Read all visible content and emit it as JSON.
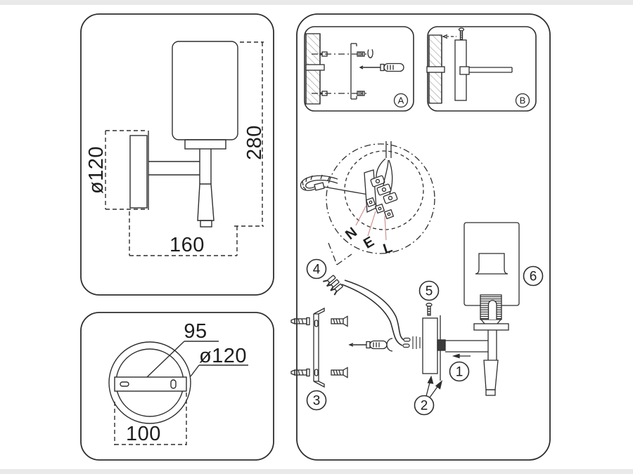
{
  "colors": {
    "line": "#2e2e2e",
    "leader": "#d09090",
    "page_edge": "#e9e9e9",
    "background": "#ffffff"
  },
  "side_view": {
    "plate_diameter": "ø120",
    "total_height": "280",
    "projection": "160"
  },
  "back_view": {
    "bracket_offset": "95",
    "plate_diameter": "ø120",
    "hole_spacing": "100"
  },
  "steps": {
    "a": "A",
    "b": "B"
  },
  "terminals": {
    "neutral": "N",
    "earth": "E",
    "live": "L"
  },
  "callouts": {
    "c1": "1",
    "c2": "2",
    "c3": "3",
    "c4": "4",
    "c5": "5",
    "c6": "6"
  }
}
